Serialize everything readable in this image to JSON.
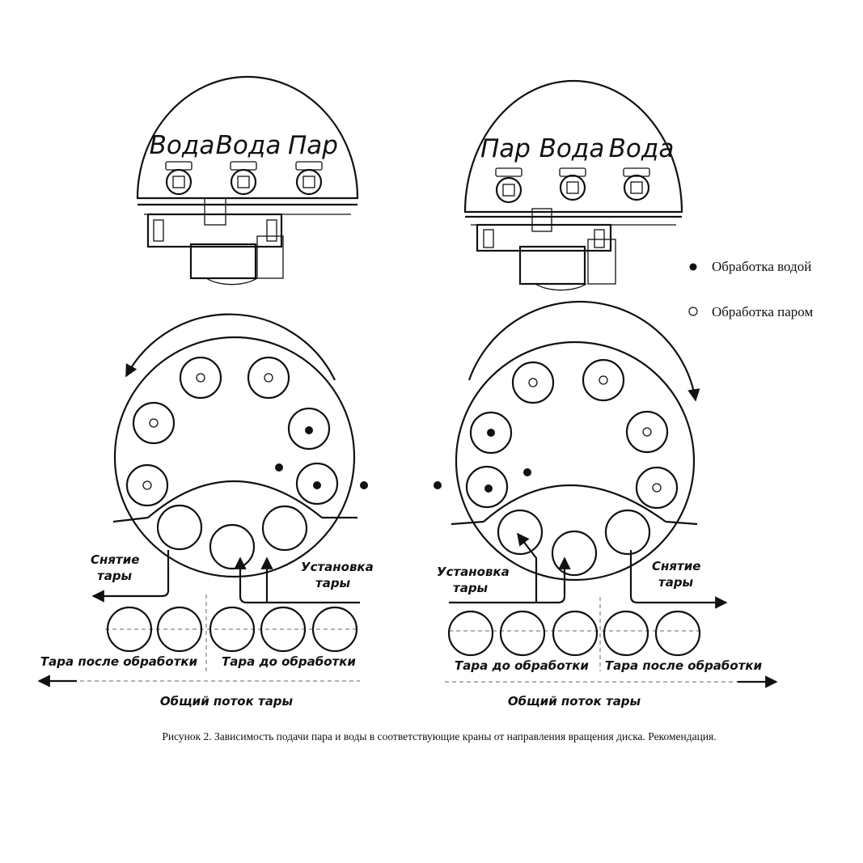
{
  "left_panel": {
    "valve_labels": [
      "Вода",
      "Вода",
      "Пар"
    ],
    "removal_label": [
      "Снятие",
      "тары"
    ],
    "install_label": [
      "Установка",
      "тары"
    ],
    "after_label": "Тара после обработки",
    "before_label": "Тара до обработки",
    "flow_label": "Общий поток тары"
  },
  "right_panel": {
    "valve_labels": [
      "Пар",
      "Вода",
      "Вода"
    ],
    "install_label": [
      "Установка",
      "тары"
    ],
    "removal_label": [
      "Снятие",
      "тары"
    ],
    "before_label": "Тара до обработки",
    "after_label": "Тара после обработки",
    "flow_label": "Общий поток тары"
  },
  "legend": {
    "water": "Обработка водой",
    "steam": "Обработка паром"
  },
  "caption": "Рисунок 2. Зависимость подачи пара и воды в соответствующие краны от направления вращения диска. Рекомендация."
}
